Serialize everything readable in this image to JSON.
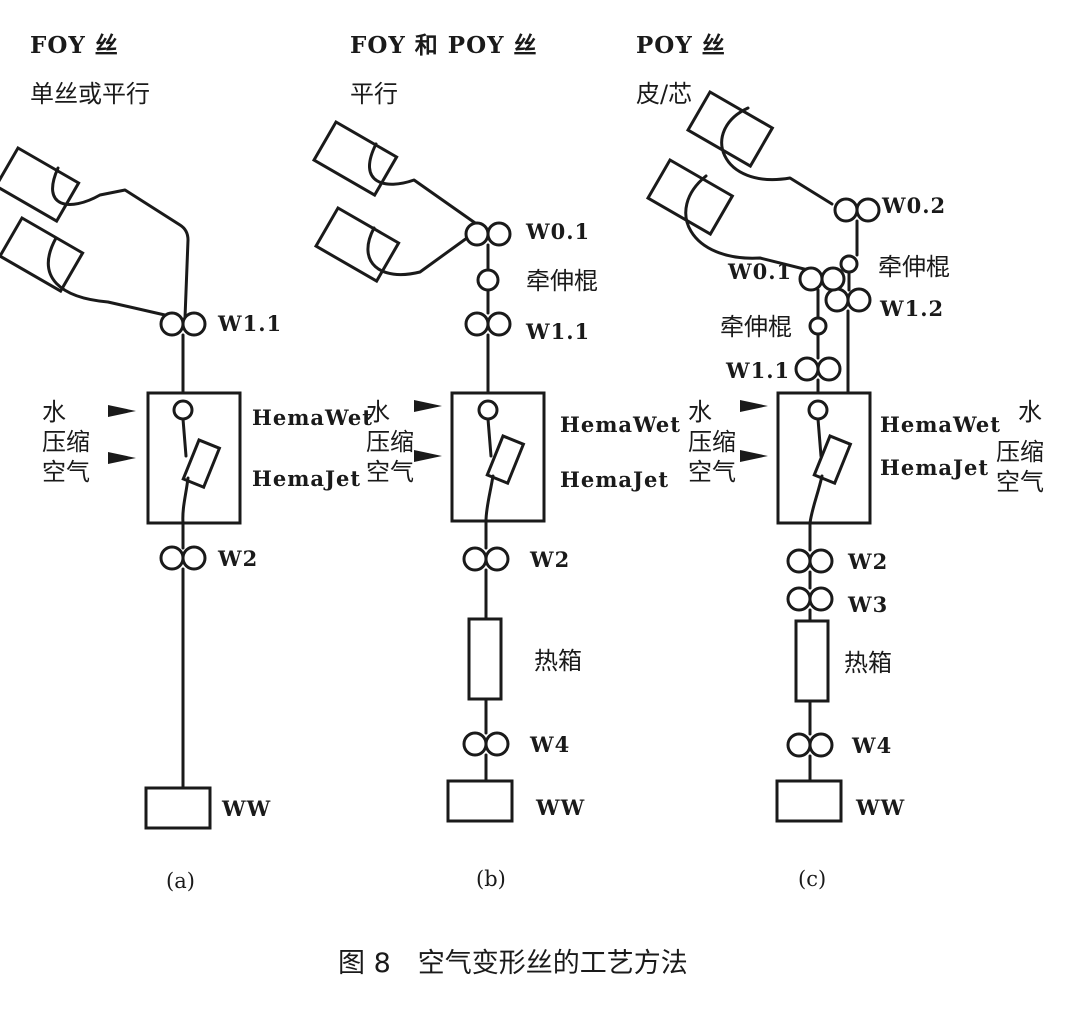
{
  "figure_title": "图 8　空气变形丝的工艺方法",
  "panels": {
    "a": {
      "caption": "(a)",
      "heading_1": "FOY 丝",
      "heading_2": "单丝或平行",
      "rollers": {
        "w1_1": "W1.1",
        "w2": "W2",
        "ww": "WW"
      },
      "nozzle": {
        "wet": "HemaWet",
        "jet": "HemaJet"
      },
      "inputs": [
        "水",
        "压缩",
        "空气"
      ]
    },
    "b": {
      "caption": "(b)",
      "heading_1": "FOY 和 POY 丝",
      "heading_2": "平行",
      "rollers": {
        "w0_1": "W0.1",
        "draw_pin": "牵伸棍",
        "w1_1": "W1.1",
        "w2": "W2",
        "heater": "热箱",
        "w4": "W4",
        "ww": "WW"
      },
      "nozzle": {
        "wet": "HemaWet",
        "jet": "HemaJet"
      },
      "inputs": [
        "水",
        "压缩",
        "空气"
      ]
    },
    "c": {
      "caption": "(c)",
      "heading_1": "POY 丝",
      "heading_2": "皮/芯",
      "rollers": {
        "w0_2": "W0.2",
        "draw_pin_right": "牵伸棍",
        "w1_2": "W1.2",
        "w0_1": "W0.1",
        "draw_pin_left": "牵伸棍",
        "w1_1": "W1.1",
        "w2": "W2",
        "w3": "W3",
        "heater": "热箱",
        "w4": "W4",
        "ww": "WW"
      },
      "nozzle": {
        "wet": "HemaWet",
        "jet": "HemaJet"
      },
      "inputs": [
        "水",
        "压缩",
        "空气"
      ],
      "inputs_right": [
        "水",
        "压缩",
        "空气"
      ]
    }
  }
}
